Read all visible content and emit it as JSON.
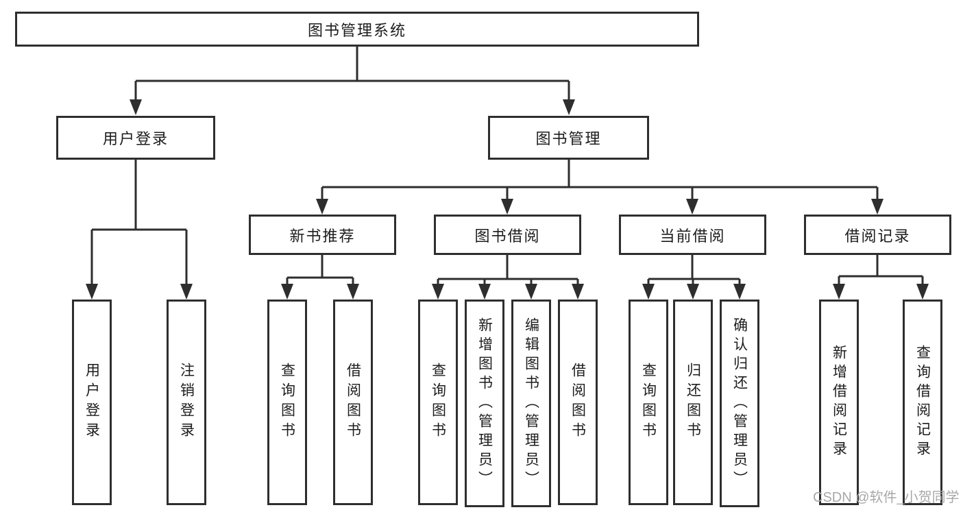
{
  "diagram": {
    "root": {
      "label": "图书管理系统"
    },
    "level1": [
      {
        "label": "用户登录"
      },
      {
        "label": "图书管理"
      }
    ],
    "level2": [
      {
        "label": "新书推荐"
      },
      {
        "label": "图书借阅"
      },
      {
        "label": "当前借阅"
      },
      {
        "label": "借阅记录"
      }
    ],
    "leaves": {
      "user_login": [
        "用户登录",
        "注销登录"
      ],
      "new_book_recommend": [
        "查询图书",
        "借阅图书"
      ],
      "book_borrowing": [
        "查询图书",
        "新增图书（管理员）",
        "编辑图书（管理员）",
        "借阅图书"
      ],
      "current_borrowing": [
        "查询图书",
        "归还图书",
        "确认归还（管理员）"
      ],
      "borrowing_records": [
        "新增借阅记录",
        "查询借阅记录"
      ]
    },
    "colors": {
      "line": "#2e2e2e",
      "box_border": "#2e2e2e",
      "text": "#1c1c1c",
      "background": "#ffffff",
      "watermark": "#a8a8a8"
    }
  },
  "watermark": {
    "text": "CSDN @软件_小贺同学"
  }
}
